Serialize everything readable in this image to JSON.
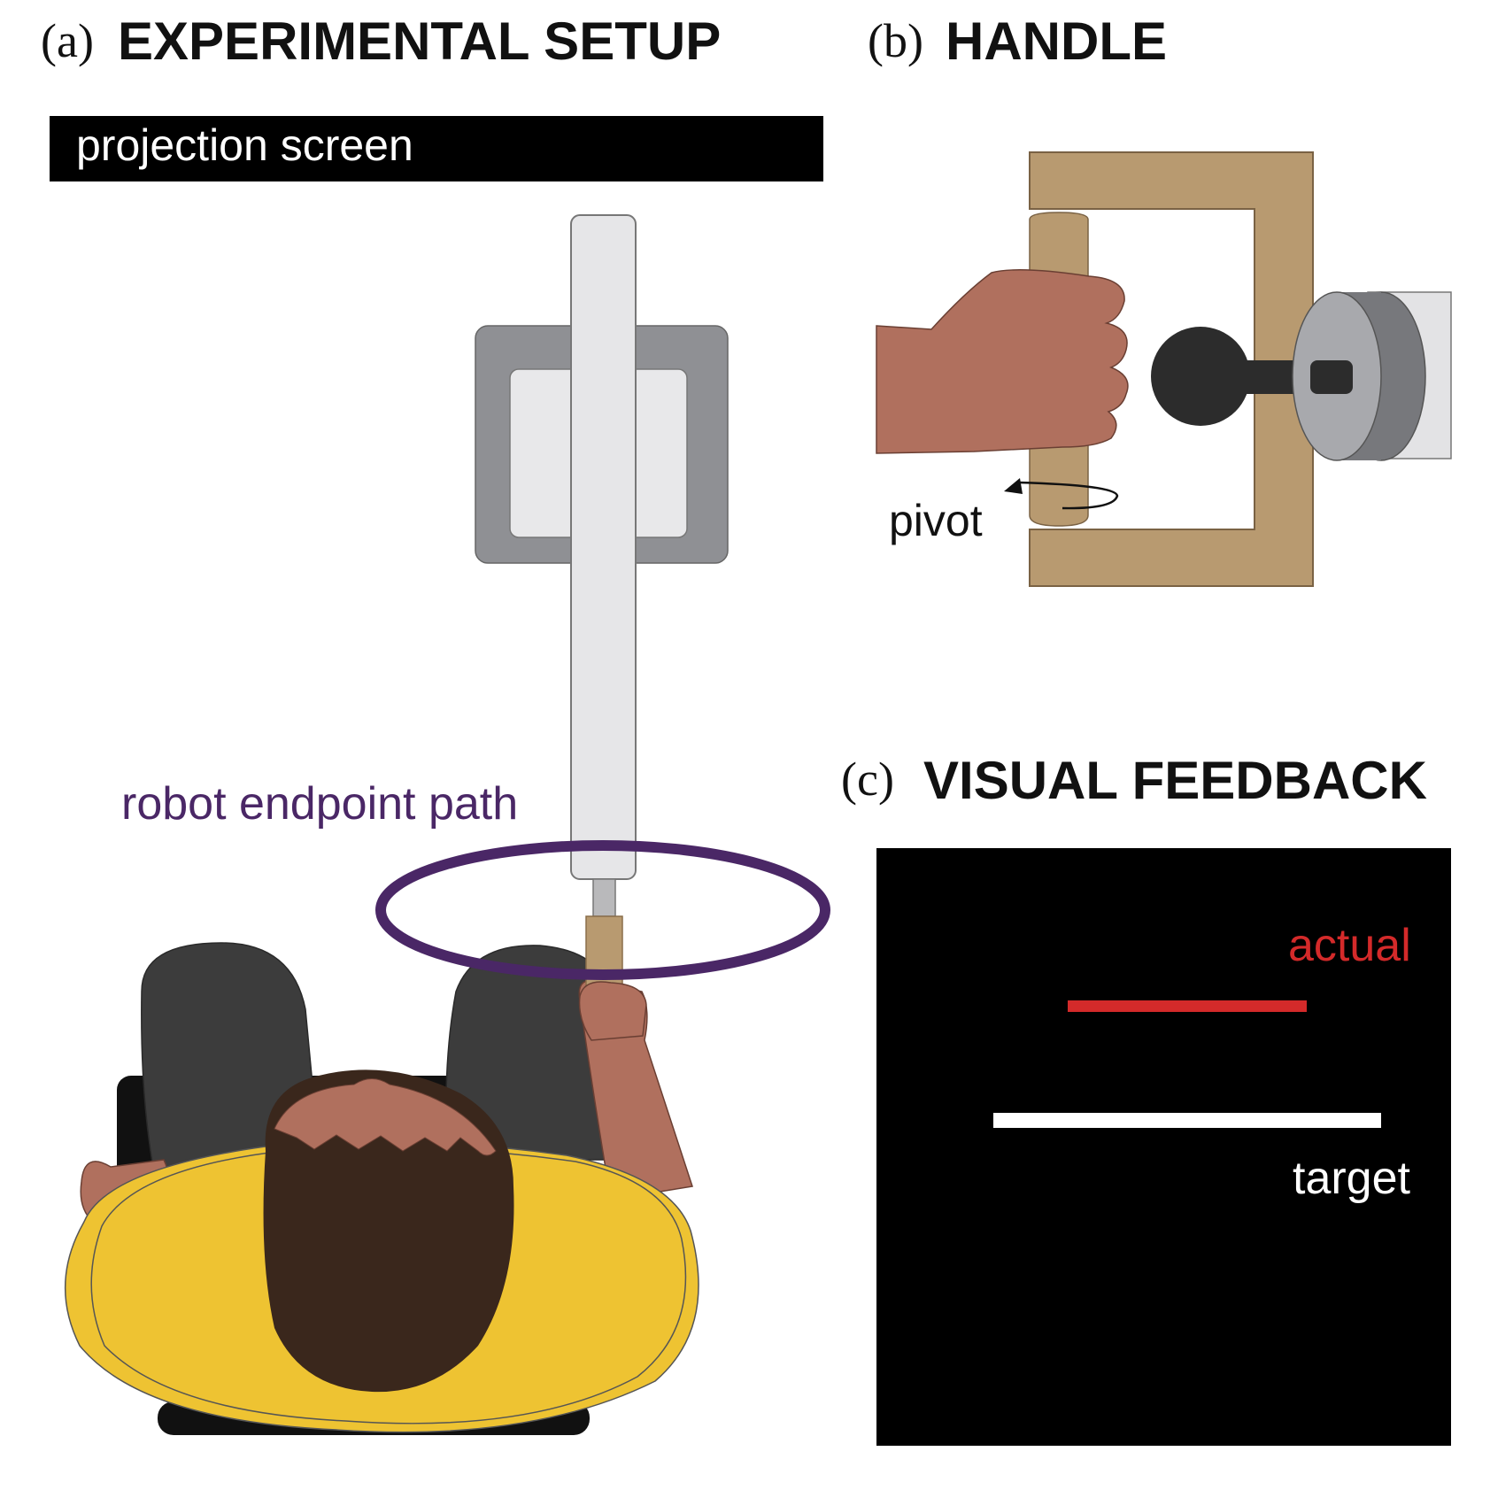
{
  "panels": {
    "a": {
      "letter": "(a)",
      "title": "EXPERIMENTAL SETUP"
    },
    "b": {
      "letter": "(b)",
      "title": "HANDLE"
    },
    "c": {
      "letter": "(c)",
      "title": "VISUAL FEEDBACK"
    }
  },
  "labels": {
    "projection_screen": "projection screen",
    "robot_endpoint_path": "robot endpoint path",
    "pivot": "pivot",
    "actual": "actual",
    "target": "target"
  },
  "colors": {
    "path_purple": "#4a2766",
    "actual_red": "#d42a2a",
    "handle_tan": "#b89a70",
    "skin": "#b0705e",
    "shirt_yellow": "#eec332",
    "hair_brown": "#3a271c",
    "knee_gray": "#3c3c3c",
    "robot_gray": "#8f9094",
    "feedback_bg": "#000000"
  }
}
